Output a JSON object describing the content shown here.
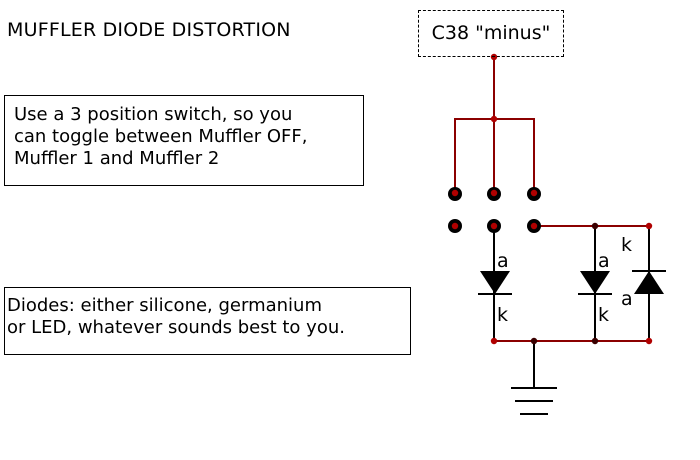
{
  "title": "MUFFLER DIODE DISTORTION",
  "notes": {
    "switch_lines": [
      "Use a 3 position switch, so you",
      "can toggle between Muffler OFF,",
      "Muffler 1 and Muffler 2"
    ],
    "diode_lines": [
      "Diodes: either silicone, germanium",
      "or LED, whatever sounds best to you."
    ]
  },
  "input_label": "C38 \"minus\"",
  "terminal_labels": {
    "d1_anode": "a",
    "d1_cathode": "k",
    "d2_anode": "a",
    "d2_cathode": "k",
    "d3_cathode": "k",
    "d3_anode": "a"
  },
  "colors": {
    "wire": "#8b0000",
    "node": "#b00000",
    "component": "#000000"
  },
  "icons": {
    "ground": "ground-icon",
    "diode": "diode-icon"
  }
}
